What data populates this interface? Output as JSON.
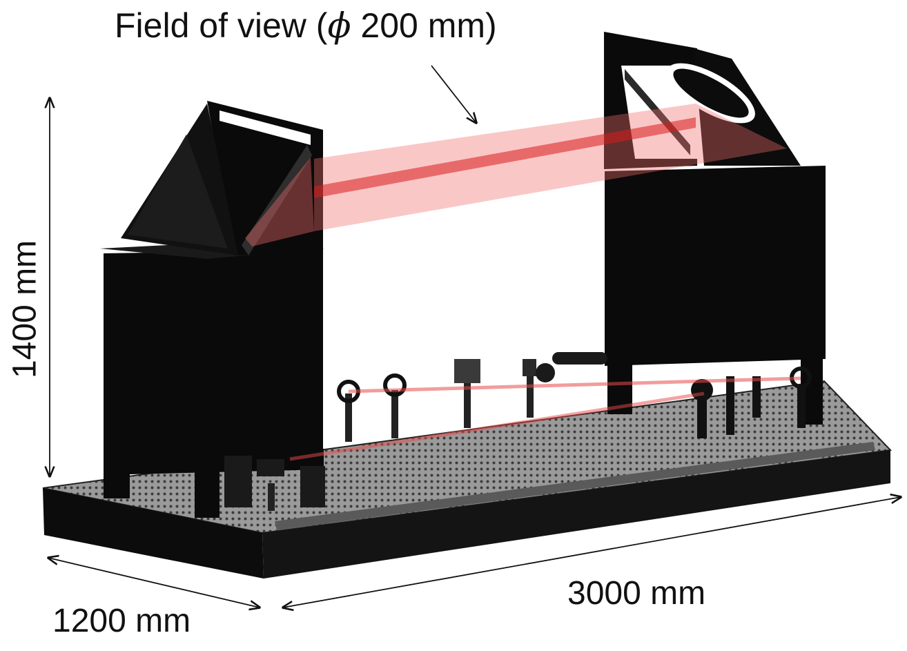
{
  "labels": {
    "field_of_view_prefix": "Field of view (",
    "field_of_view_symbol": "ϕ",
    "field_of_view_suffix": " 200 mm)",
    "height": "1400 mm",
    "length": "3000 mm",
    "width": "1200 mm"
  },
  "colors": {
    "frame": "#0a0a0a",
    "beam": "#f26b6b",
    "beam_core": "#d81b1b",
    "breadboard_top": "#8a8a8a",
    "dimension_line": "#111111"
  },
  "icons": {
    "height_arrow": "double-arrow-vertical",
    "length_arrow": "double-arrow-diagonal",
    "width_arrow": "double-arrow-diagonal",
    "fov_pointer": "arrow"
  }
}
